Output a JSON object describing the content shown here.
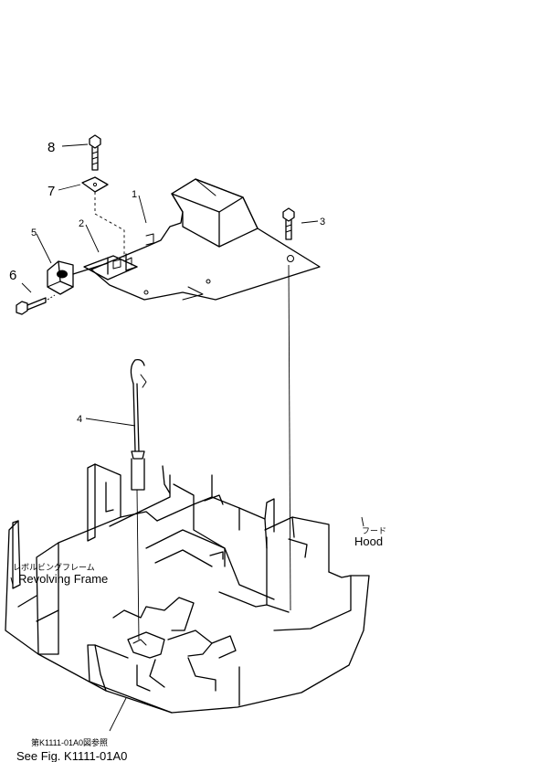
{
  "parts": [
    {
      "id": "part-1",
      "label": "1"
    },
    {
      "id": "part-2",
      "label": "2"
    },
    {
      "id": "part-3",
      "label": "3"
    },
    {
      "id": "part-4",
      "label": "4"
    },
    {
      "id": "part-5",
      "label": "5"
    },
    {
      "id": "part-6",
      "label": "6"
    },
    {
      "id": "part-7",
      "label": "7"
    },
    {
      "id": "part-8",
      "label": "8"
    }
  ],
  "callouts": {
    "revolving_frame_jp": "レボルビングフレーム",
    "revolving_frame_en": "Revolving Frame",
    "hood_jp": "フード",
    "hood_en": "Hood",
    "see_fig_jp": "第K1111-01A0図参照",
    "see_fig_en": "See Fig. K1111-01A0"
  }
}
